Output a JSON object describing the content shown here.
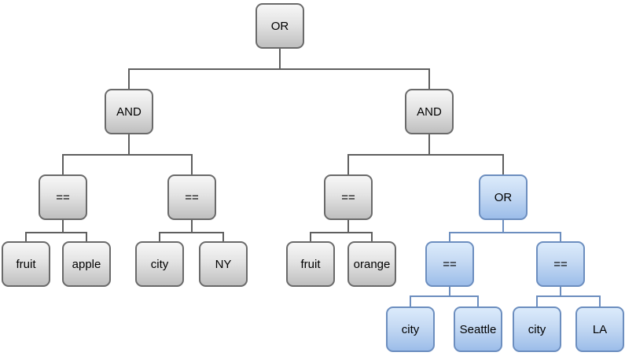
{
  "diagram": {
    "type": "expression-tree",
    "nodes": [
      {
        "id": "root-or",
        "label": "OR",
        "variant": "gray",
        "highlighted": false
      },
      {
        "id": "and-left",
        "label": "AND",
        "variant": "gray",
        "highlighted": false
      },
      {
        "id": "and-right",
        "label": "AND",
        "variant": "gray",
        "highlighted": false
      },
      {
        "id": "eq-fruit-apple",
        "label": "==",
        "variant": "gray",
        "highlighted": false
      },
      {
        "id": "eq-city-ny",
        "label": "==",
        "variant": "gray",
        "highlighted": false
      },
      {
        "id": "eq-fruit-orange",
        "label": "==",
        "variant": "gray",
        "highlighted": false
      },
      {
        "id": "or-seattle-la",
        "label": "OR",
        "variant": "blue",
        "highlighted": true
      },
      {
        "id": "leaf-fruit-1",
        "label": "fruit",
        "variant": "gray",
        "highlighted": false
      },
      {
        "id": "leaf-apple",
        "label": "apple",
        "variant": "gray",
        "highlighted": false
      },
      {
        "id": "leaf-city-1",
        "label": "city",
        "variant": "gray",
        "highlighted": false
      },
      {
        "id": "leaf-ny",
        "label": "NY",
        "variant": "gray",
        "highlighted": false
      },
      {
        "id": "leaf-fruit-2",
        "label": "fruit",
        "variant": "gray",
        "highlighted": false
      },
      {
        "id": "leaf-orange",
        "label": "orange",
        "variant": "gray",
        "highlighted": false
      },
      {
        "id": "eq-city-seattle",
        "label": "==",
        "variant": "blue",
        "highlighted": true
      },
      {
        "id": "eq-city-la",
        "label": "==",
        "variant": "blue",
        "highlighted": true
      },
      {
        "id": "leaf-city-2",
        "label": "city",
        "variant": "blue",
        "highlighted": true
      },
      {
        "id": "leaf-seattle",
        "label": "Seattle",
        "variant": "blue",
        "highlighted": true
      },
      {
        "id": "leaf-city-3",
        "label": "city",
        "variant": "blue",
        "highlighted": true
      },
      {
        "id": "leaf-la",
        "label": "LA",
        "variant": "blue",
        "highlighted": true
      }
    ],
    "edges": [
      {
        "from": "root-or",
        "to": "and-left",
        "color_variant": "gray"
      },
      {
        "from": "root-or",
        "to": "and-right",
        "color_variant": "gray"
      },
      {
        "from": "and-left",
        "to": "eq-fruit-apple",
        "color_variant": "gray"
      },
      {
        "from": "and-left",
        "to": "eq-city-ny",
        "color_variant": "gray"
      },
      {
        "from": "and-right",
        "to": "eq-fruit-orange",
        "color_variant": "gray"
      },
      {
        "from": "and-right",
        "to": "or-seattle-la",
        "color_variant": "gray"
      },
      {
        "from": "eq-fruit-apple",
        "to": "leaf-fruit-1",
        "color_variant": "gray"
      },
      {
        "from": "eq-fruit-apple",
        "to": "leaf-apple",
        "color_variant": "gray"
      },
      {
        "from": "eq-city-ny",
        "to": "leaf-city-1",
        "color_variant": "gray"
      },
      {
        "from": "eq-city-ny",
        "to": "leaf-ny",
        "color_variant": "gray"
      },
      {
        "from": "eq-fruit-orange",
        "to": "leaf-fruit-2",
        "color_variant": "gray"
      },
      {
        "from": "eq-fruit-orange",
        "to": "leaf-orange",
        "color_variant": "gray"
      },
      {
        "from": "or-seattle-la",
        "to": "eq-city-seattle",
        "color_variant": "blue"
      },
      {
        "from": "or-seattle-la",
        "to": "eq-city-la",
        "color_variant": "blue"
      },
      {
        "from": "eq-city-seattle",
        "to": "leaf-city-2",
        "color_variant": "blue"
      },
      {
        "from": "eq-city-seattle",
        "to": "leaf-seattle",
        "color_variant": "blue"
      },
      {
        "from": "eq-city-la",
        "to": "leaf-city-3",
        "color_variant": "blue"
      },
      {
        "from": "eq-city-la",
        "to": "leaf-la",
        "color_variant": "blue"
      }
    ],
    "colors": {
      "background": "#ffffff",
      "text": "#000000",
      "gray_node_fill_top": "#f7f7f7",
      "gray_node_fill_bottom": "#bfbfbf",
      "gray_node_border": "#6a6a6a",
      "gray_edge": "#5f5f5f",
      "blue_node_fill_top": "#dcebfb",
      "blue_node_fill_bottom": "#9cbde9",
      "blue_node_border": "#6c8ebf",
      "blue_edge": "#6c8ebf"
    }
  }
}
